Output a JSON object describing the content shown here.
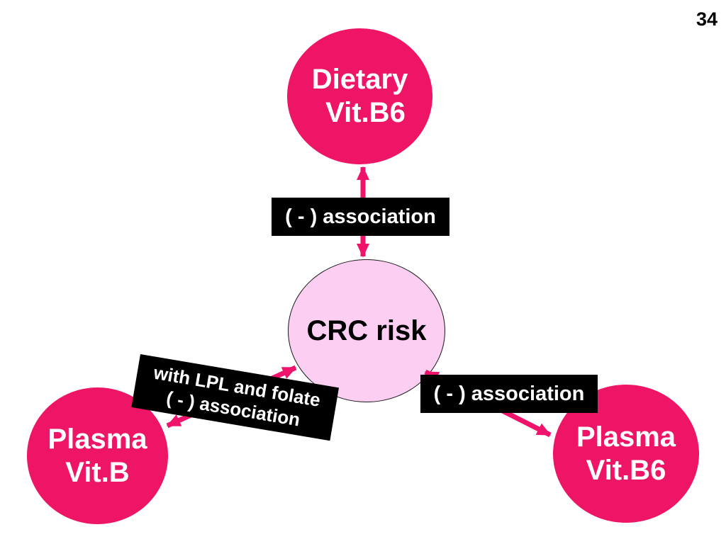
{
  "page": {
    "number": "34"
  },
  "nodes": {
    "dietary_b6": {
      "lines": [
        "Dietary",
        "Vit.B6"
      ]
    },
    "crc_risk": {
      "label": "CRC risk"
    },
    "plasma_b": {
      "lines": [
        "Plasma",
        "Vit.B"
      ]
    },
    "plasma_b6": {
      "lines": [
        "Plasma",
        "Vit.B6"
      ]
    }
  },
  "labels": {
    "assoc_top": "( - ) association",
    "assoc_left": {
      "line1": "with LPL and folate",
      "line2": "( - ) association"
    },
    "assoc_right": "( - ) association"
  },
  "colors": {
    "circle-pink": "#EE1566",
    "light-pink": "#FBCEF2",
    "arrow-pink": "#F0136C",
    "box-black": "#000000",
    "text-white": "#FFFFFF",
    "text-black": "#000000"
  }
}
